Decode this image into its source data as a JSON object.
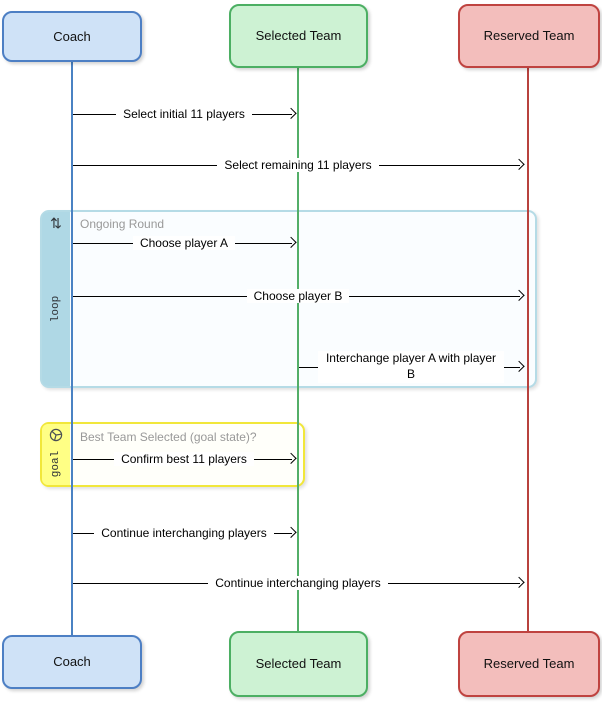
{
  "actors": [
    {
      "label": "Coach"
    },
    {
      "label": "Selected Team"
    },
    {
      "label": "Reserved Team"
    }
  ],
  "frames": {
    "loop": {
      "tag": "loop",
      "icon": "⇅",
      "title": "Ongoing Round"
    },
    "goal": {
      "tag": "goal",
      "title": "Best Team Selected (goal state)?"
    }
  },
  "messages": [
    {
      "label": "Select initial 11 players",
      "from": "Coach",
      "to": "Selected Team"
    },
    {
      "label": "Select remaining 11 players",
      "from": "Coach",
      "to": "Reserved Team"
    },
    {
      "label": "Choose player A",
      "from": "Coach",
      "to": "Selected Team"
    },
    {
      "label": "Choose player B",
      "from": "Coach",
      "to": "Reserved Team"
    },
    {
      "label": "Interchange player A with player B",
      "from": "Selected Team",
      "to": "Reserved Team"
    },
    {
      "label": "Confirm best 11 players",
      "from": "Coach",
      "to": "Selected Team"
    },
    {
      "label": "Continue interchanging players",
      "from": "Coach",
      "to": "Selected Team"
    },
    {
      "label": "Continue interchanging players",
      "from": "Coach",
      "to": "Reserved Team"
    }
  ],
  "colors": {
    "coach_fill": "#cfe2f7",
    "coach_stroke": "#4d7fc4",
    "selected_fill": "#cdf2d3",
    "selected_stroke": "#4caf63",
    "reserved_fill": "#f3bebc",
    "reserved_stroke": "#bf4340",
    "loop_strip": "#afd8e5",
    "loop_border": "#b5dbe6",
    "goal_strip": "#ffff85",
    "goal_border": "#f1e73a",
    "frame_title_text": "#999999",
    "message_line": "#000000"
  }
}
